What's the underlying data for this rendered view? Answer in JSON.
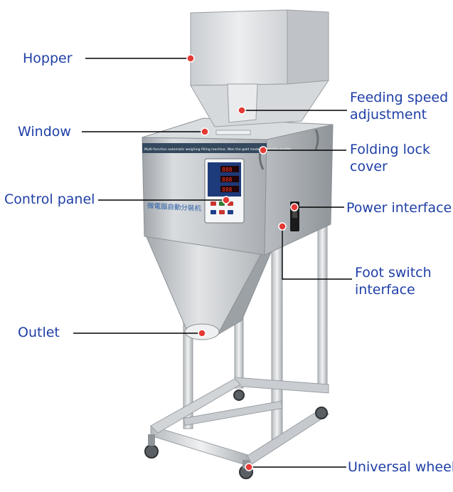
{
  "colors": {
    "label": "#1f3fa6",
    "leader": "#000000",
    "marker": "#e53935",
    "marker_ring": "#ffffff"
  },
  "labels": {
    "hopper": "Hopper",
    "window": "Window",
    "control_panel": "Control panel",
    "outlet": "Outlet",
    "feeding_speed": [
      "Feeding speed",
      "adjustment"
    ],
    "folding_lock": [
      "Folding lock",
      "cover"
    ],
    "power_interface": "Power interface",
    "foot_switch": [
      "Foot switch",
      "interface"
    ],
    "universal_wheel": "Universal wheel"
  },
  "machine_text": {
    "banner": "Multi-function automatic weighing filling machine.   Won the gold medal of industry quality",
    "chinese": "微電腦自動分裝机"
  }
}
